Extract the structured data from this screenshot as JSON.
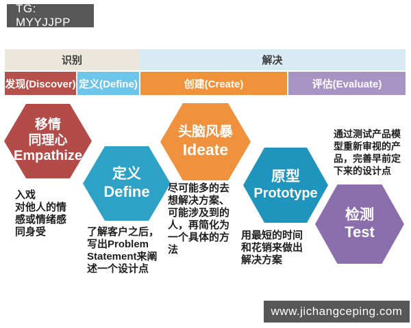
{
  "badge_top": {
    "text": "TG: MYYJJPP"
  },
  "badge_bottom": {
    "text": "www.jichangceping.com"
  },
  "colors": {
    "watermark_bar": "#575757",
    "row1_identify": "#EBE7DC",
    "row1_solve": "#D8EBF3",
    "row2_discover": "#B5504B",
    "row2_define": "#6EC5EA",
    "row2_create": "#F0913C",
    "row2_evaluate": "#A893C5"
  },
  "phase_rows": {
    "row1": [
      {
        "label": "识别",
        "color": "#EBE7DC"
      },
      {
        "label": "解决",
        "color": "#D8EBF3"
      }
    ],
    "row2": [
      {
        "label": "发现(Discover)",
        "color": "#B5504B"
      },
      {
        "label": "定义(Define)",
        "color": "#6EC5EA"
      },
      {
        "label": "创建(Create)",
        "color": "#F0913C"
      },
      {
        "label": "评估(Evaluate)",
        "color": "#A893C5"
      }
    ]
  },
  "stages": [
    {
      "name": "empathize",
      "lines": [
        "移情",
        "同理心",
        "Empathize"
      ],
      "color": "#B34B48",
      "note": "入戏\n对他人的情\n感或情绪感\n同身受"
    },
    {
      "name": "define",
      "lines": [
        "定义",
        "Define"
      ],
      "color": "#2EA2C6",
      "note": "了解客户之后，\n写出Problem\nStatement来阐\n述一个设计点"
    },
    {
      "name": "ideate",
      "lines": [
        "头脑风暴",
        "Ideate"
      ],
      "color": "#F0913E",
      "note": "尽可能多的去\n想解决方案、\n可能涉及到的\n人，再简化为\n一个具体的方\n法"
    },
    {
      "name": "prototype",
      "lines": [
        "原型",
        "Prototype"
      ],
      "color": "#1F95BD",
      "note": "用最短的时间\n和花销来做出\n解决方案"
    },
    {
      "name": "test",
      "lines": [
        "检测",
        "Test"
      ],
      "color": "#8A6FAC",
      "note": "通过测试产品模\n型重新审视的产\n品，完善早前定\n下来的设计点"
    }
  ]
}
